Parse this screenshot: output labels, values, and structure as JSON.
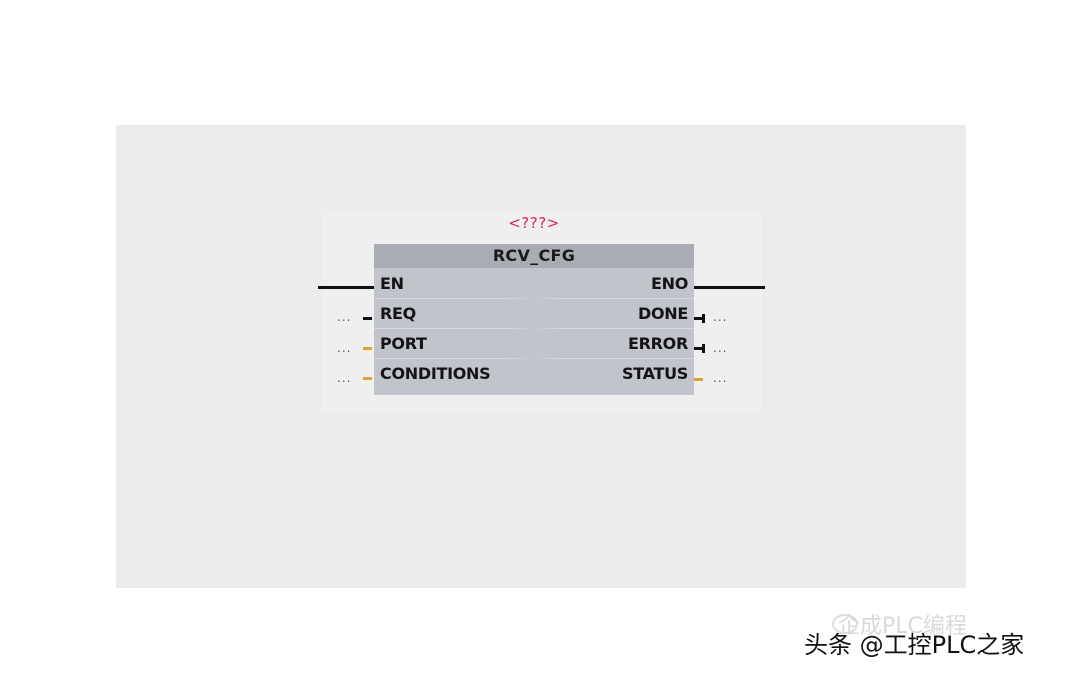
{
  "block": {
    "instance_name": "<???>",
    "type_name": "RCV_CFG",
    "inputs": [
      {
        "name": "EN",
        "value": "",
        "kind": "power-flow"
      },
      {
        "name": "REQ",
        "value": "...",
        "kind": "bool"
      },
      {
        "name": "PORT",
        "value": "...",
        "kind": "other"
      },
      {
        "name": "CONDITIONS",
        "value": "...",
        "kind": "other"
      }
    ],
    "outputs": [
      {
        "name": "ENO",
        "value": "",
        "kind": "power-flow"
      },
      {
        "name": "DONE",
        "value": "...",
        "kind": "bool"
      },
      {
        "name": "ERROR",
        "value": "...",
        "kind": "bool"
      },
      {
        "name": "STATUS",
        "value": "...",
        "kind": "other"
      }
    ]
  },
  "colors": {
    "instance_name": "#d6285a",
    "header": "#a9acb3",
    "body": "#c2c4cb",
    "bool_connector": "#111111",
    "other_connector": "#e0a030",
    "canvas": "#ececec"
  },
  "watermark": {
    "primary": "头条 @工控PLC之家",
    "secondary": "企成PLC编程"
  }
}
